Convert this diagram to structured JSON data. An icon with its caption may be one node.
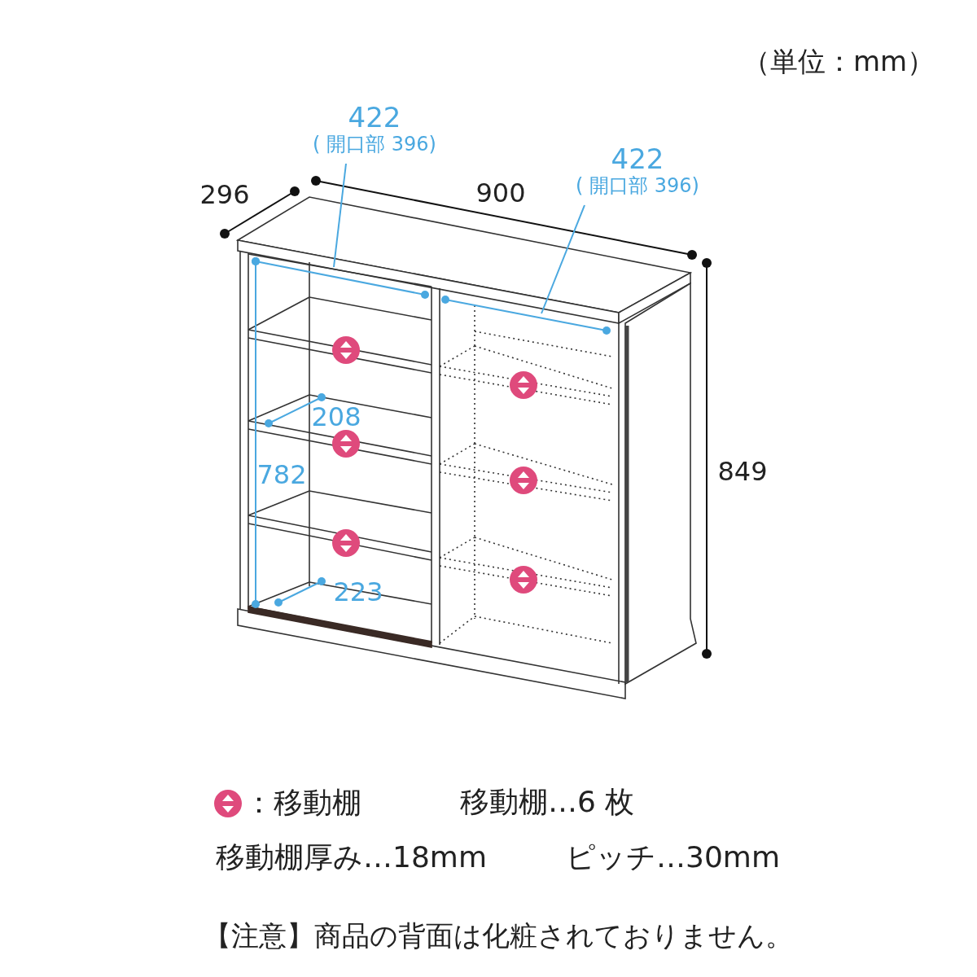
{
  "diagram": {
    "nodes": [
      {
        "text": [
          "422",
          "( 開口部 396)"
        ]
      },
      {
        "text": [
          "422",
          "( 開口部 396)"
        ]
      }
    ],
    "edges": [
      {
        "from": 0,
        "to": null,
        "arrow": "none"
      },
      {
        "from": 1,
        "to": null,
        "arrow": "none"
      }
    ],
    "labels": [
      "（単位：mm）",
      "296",
      "900",
      "849",
      "208",
      "782",
      "223",
      "移動棚…6 枚",
      "移動棚厚み…18mm",
      "ピッチ…30mm",
      "【注意】商品の背面は化粧されておりません。"
    ],
    "legend": [
      {
        "text": "：移動棚"
      }
    ]
  }
}
